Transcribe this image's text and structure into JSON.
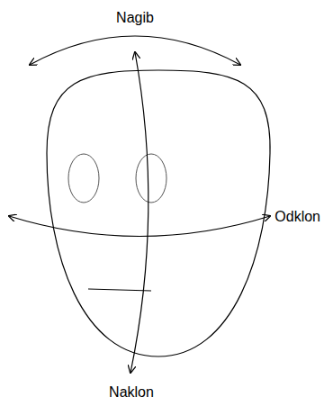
{
  "diagram": {
    "labels": [
      "Nagib",
      "Odklon",
      "Naklon"
    ]
  }
}
